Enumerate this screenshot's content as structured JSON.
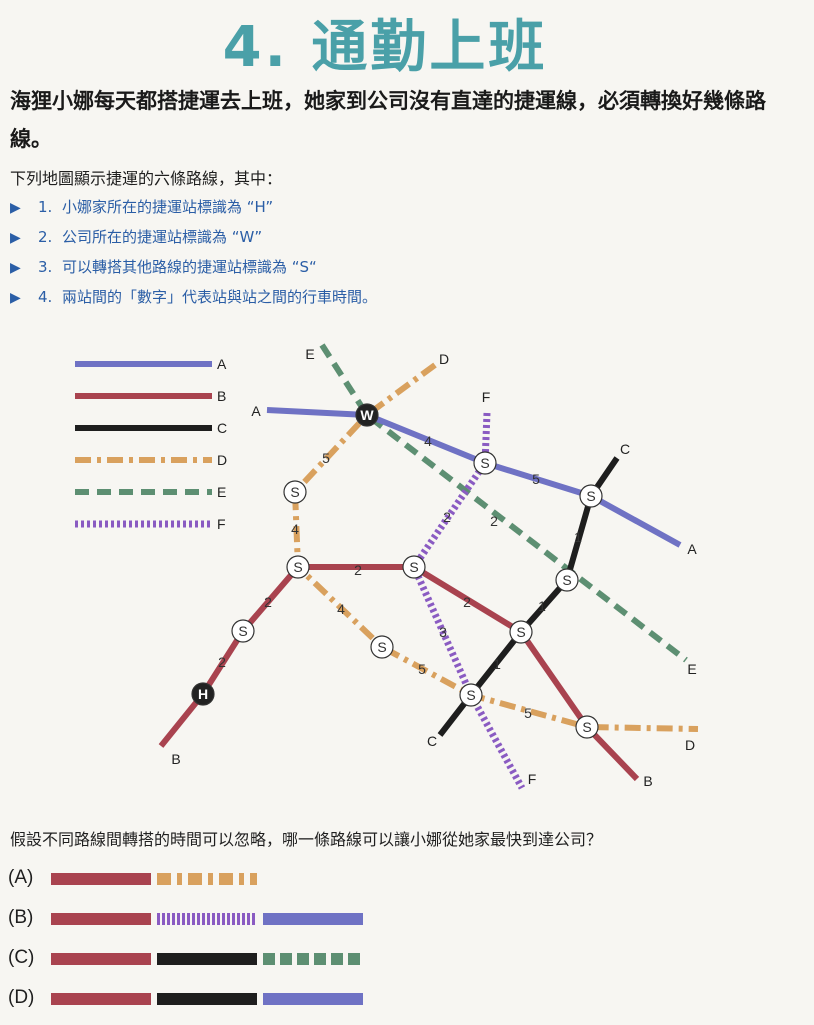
{
  "title": "4. 通勤上班",
  "intro": "海狸小娜每天都搭捷運去上班，她家到公司沒有直達的捷運線，必須轉換好幾條路線。",
  "lead": "下列地圖顯示捷運的六條路線，其中：",
  "rules": [
    {
      "num": "1.",
      "text": "小娜家所在的捷運站標識為 “H”"
    },
    {
      "num": "2.",
      "text": "公司所在的捷運站標識為 “W”"
    },
    {
      "num": "3.",
      "text": "可以轉搭其他路線的捷運站標識為 “S“"
    },
    {
      "num": "4.",
      "text": "兩站間的「數字」代表站與站之間的行車時間。"
    }
  ],
  "colors": {
    "A": "#6f72c4",
    "B": "#a9434f",
    "C": "#1e1e1e",
    "D": "#d9a15e",
    "E": "#5d8f72",
    "F": "#8a5bc2"
  },
  "legend": [
    "A",
    "B",
    "C",
    "D",
    "E",
    "F"
  ],
  "map": {
    "line_ends": [
      "A",
      "A",
      "B",
      "B",
      "C",
      "C",
      "D",
      "D",
      "E",
      "E",
      "F",
      "F"
    ],
    "stations": {
      "S": "S",
      "H": "H",
      "W": "W"
    },
    "times": [
      "5",
      "4",
      "4",
      "5",
      "2",
      "2",
      "2",
      "1",
      "2",
      "1",
      "4",
      "3",
      "1",
      "5",
      "5",
      "2",
      "2"
    ]
  },
  "question": "假設不同路線間轉搭的時間可以忽略，哪一條路線可以讓小娜從她家最快到達公司？",
  "options": [
    {
      "label": "(A)",
      "segments": [
        "B",
        "D"
      ]
    },
    {
      "label": "(B)",
      "segments": [
        "B",
        "F",
        "A"
      ]
    },
    {
      "label": "(C)",
      "segments": [
        "B",
        "C",
        "E"
      ]
    },
    {
      "label": "(D)",
      "segments": [
        "B",
        "C",
        "A"
      ]
    }
  ]
}
